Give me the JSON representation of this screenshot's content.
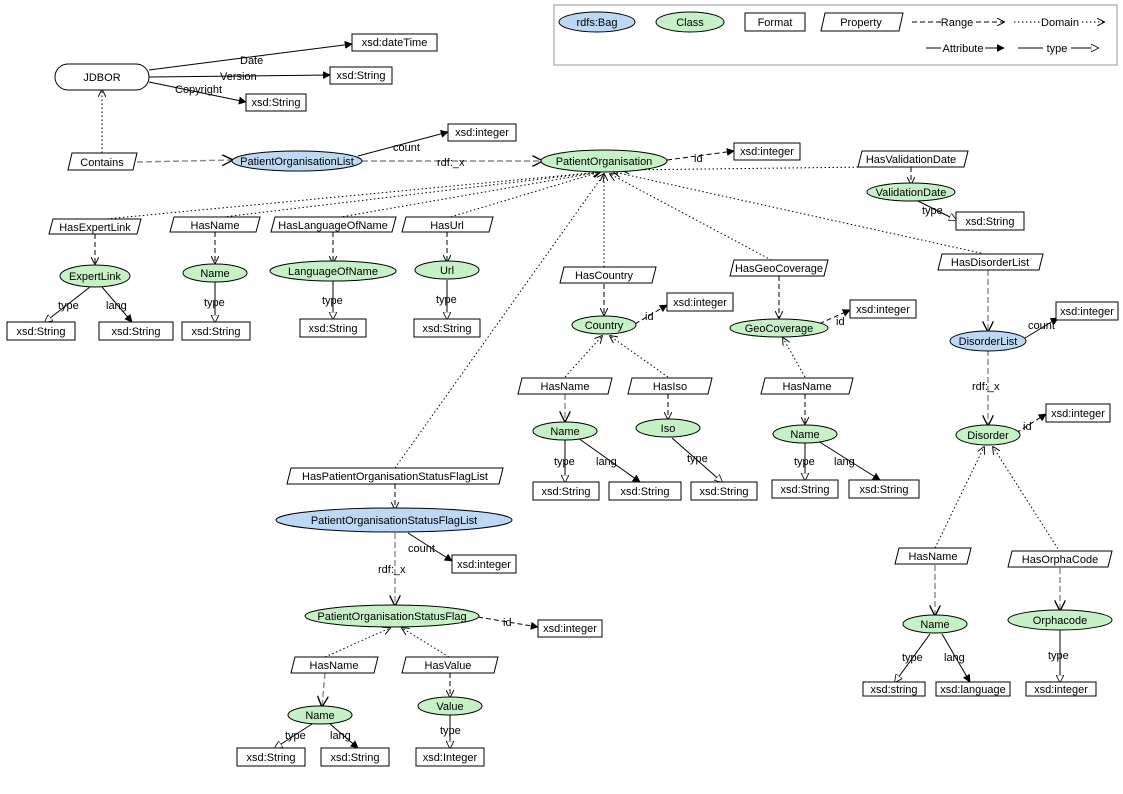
{
  "legend": {
    "bag": "rdfs:Bag",
    "class": "Class",
    "format": "Format",
    "property": "Property",
    "range": "Range",
    "domain": "Domain",
    "attribute": "Attribute",
    "type": "type"
  },
  "colors": {
    "class_fill": "#c6f0c6",
    "bag_fill": "#bcd8f5",
    "format_fill": "#ffffff",
    "stroke": "#000000",
    "gray_edge": "#888888"
  },
  "nodes": {
    "jdbor": "JDBOR",
    "date_time": "xsd:dateTime",
    "version_string": "xsd:String",
    "copyright_string": "xsd:String",
    "contains": "Contains",
    "po_list": "PatientOrganisationList",
    "po_list_count_int": "xsd:integer",
    "po": "PatientOrganisation",
    "po_id_int": "xsd:integer",
    "has_validation_date": "HasValidationDate",
    "validation_date": "ValidationDate",
    "validation_date_string": "xsd:String",
    "has_expert_link": "HasExpertLink",
    "expert_link": "ExpertLink",
    "expert_link_type": "xsd:String",
    "expert_link_lang": "xsd:String",
    "has_name_1": "HasName",
    "name_1": "Name",
    "name_1_type": "xsd:String",
    "has_language_of_name": "HasLanguageOfName",
    "language_of_name": "LanguageOfName",
    "language_of_name_type": "xsd:String",
    "has_url": "HasUrl",
    "url": "Url",
    "url_type": "xsd:String",
    "has_country": "HasCountry",
    "country": "Country",
    "country_id_int": "xsd:integer",
    "country_has_name": "HasName",
    "country_has_iso": "HasIso",
    "country_name": "Name",
    "country_name_type": "xsd:String",
    "country_name_lang": "xsd:String",
    "iso": "Iso",
    "iso_type": "xsd:String",
    "has_geo_coverage": "HasGeoCoverage",
    "geo_coverage": "GeoCoverage",
    "geo_id_int": "xsd:integer",
    "geo_has_name": "HasName",
    "geo_name": "Name",
    "geo_name_type": "xsd:String",
    "geo_name_lang": "xsd:String",
    "has_disorder_list": "HasDisorderList",
    "disorder_list": "DisorderList",
    "disorder_list_count_int": "xsd:integer",
    "disorder": "Disorder",
    "disorder_id_int": "xsd:integer",
    "disorder_has_name": "HasName",
    "disorder_name": "Name",
    "disorder_name_type": "xsd:string",
    "disorder_name_lang": "xsd:language",
    "has_orpha_code": "HasOrphaCode",
    "orphacode": "Orphacode",
    "orphacode_type": "xsd:integer",
    "has_status_flag_list": "HasPatientOrganisationStatusFlagList",
    "status_flag_list": "PatientOrganisationStatusFlagList",
    "status_flag_list_count_int": "xsd:integer",
    "status_flag": "PatientOrganisationStatusFlag",
    "status_flag_id_int": "xsd:integer",
    "flag_has_name": "HasName",
    "flag_has_value": "HasValue",
    "flag_name": "Name",
    "flag_name_type": "xsd:String",
    "flag_name_lang": "xsd:String",
    "value": "Value",
    "value_type": "xsd:Integer"
  },
  "edge_labels": {
    "date": "Date",
    "version": "Version",
    "copyright": "Copyright",
    "count": "count",
    "rdf_x": "rdf:_x",
    "id": "id",
    "type": "type",
    "lang": "lang"
  }
}
